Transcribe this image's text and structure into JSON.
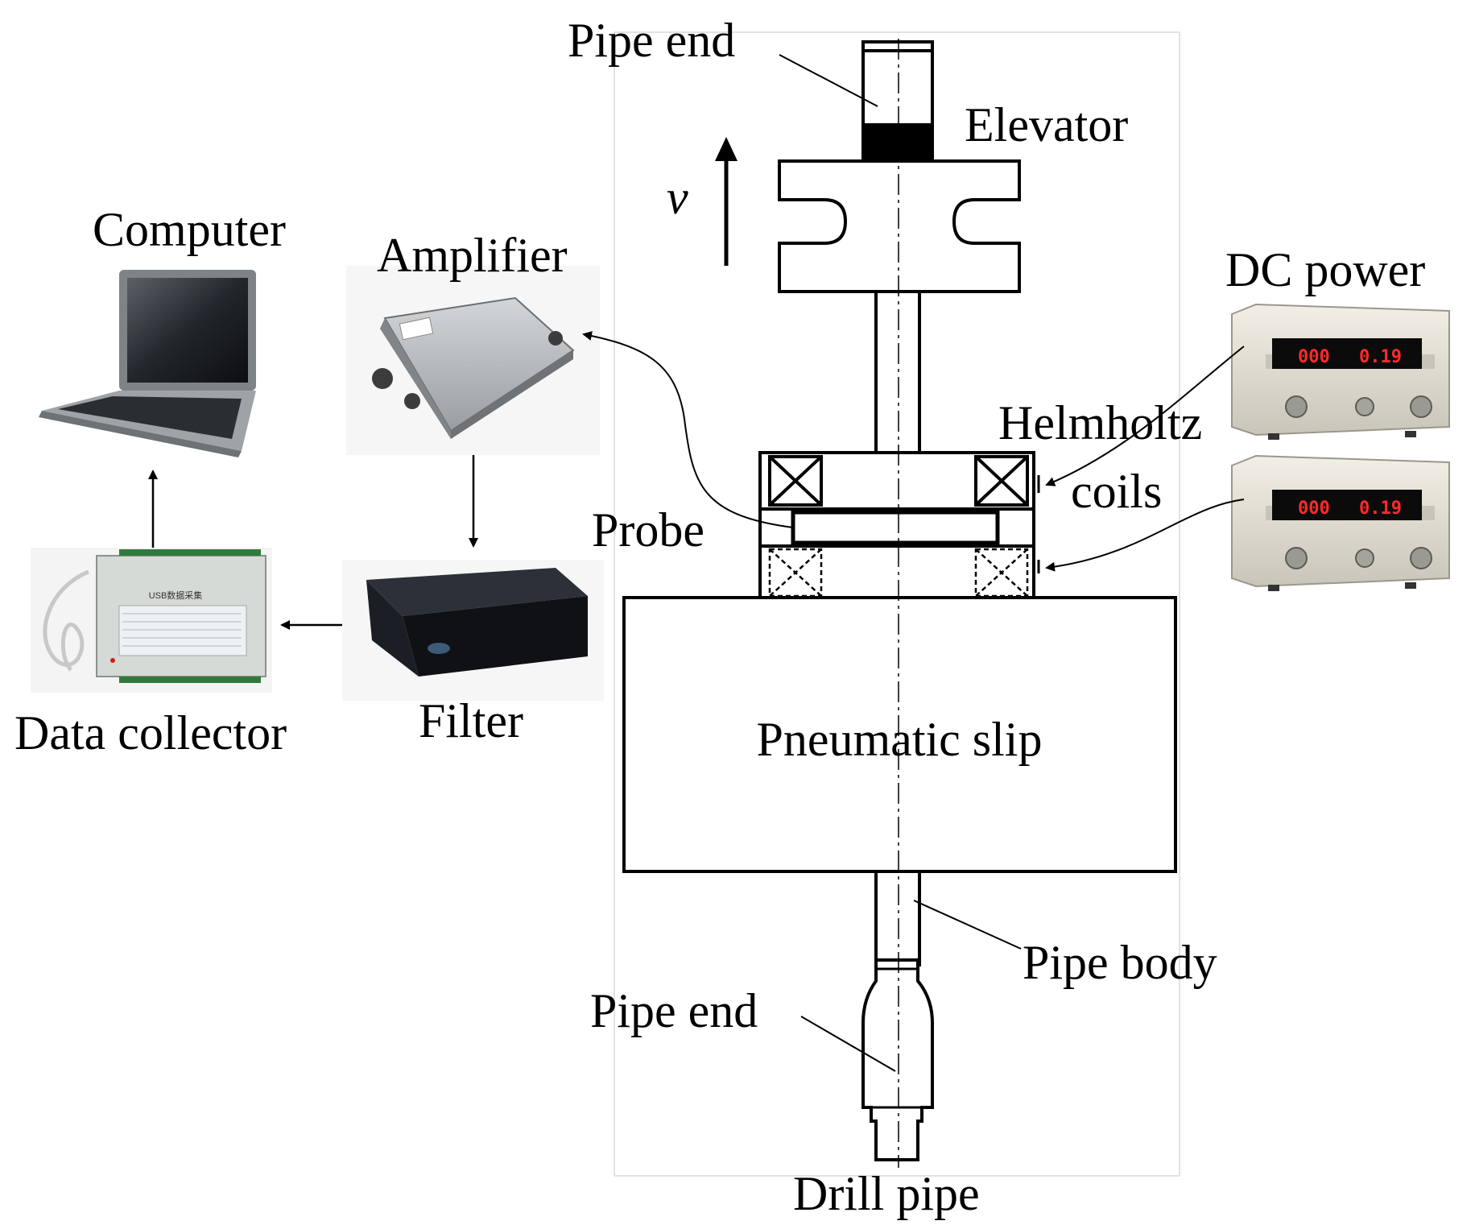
{
  "labels": {
    "pipe_end_top": "Pipe end",
    "elevator": "Elevator",
    "velocity": "v",
    "computer": "Computer",
    "amplifier": "Amplifier",
    "dc_power": "DC power",
    "helmholtz": "Helmholtz",
    "coils": "coils",
    "probe": "Probe",
    "filter": "Filter",
    "data_collector": "Data collector",
    "pneumatic_slip": "Pneumatic slip",
    "pipe_body": "Pipe body",
    "pipe_end_bottom": "Pipe end",
    "drill_pipe": "Drill pipe"
  },
  "device_text": {
    "usb_collector_title": "USB数据采集",
    "psu1_voltage": "000",
    "psu1_current": "0.19",
    "psu2_voltage": "000",
    "psu2_current": "0.19"
  },
  "colors": {
    "line": "#000000",
    "psu_body": "#e9e6dc",
    "psu_display": "#0b0b0b",
    "psu_digits": "#ff2a2a",
    "amplifier_body": "#b9bcbe",
    "filter_body": "#15171c",
    "collector_body": "#d6dad6",
    "laptop_body": "#8e9397"
  }
}
